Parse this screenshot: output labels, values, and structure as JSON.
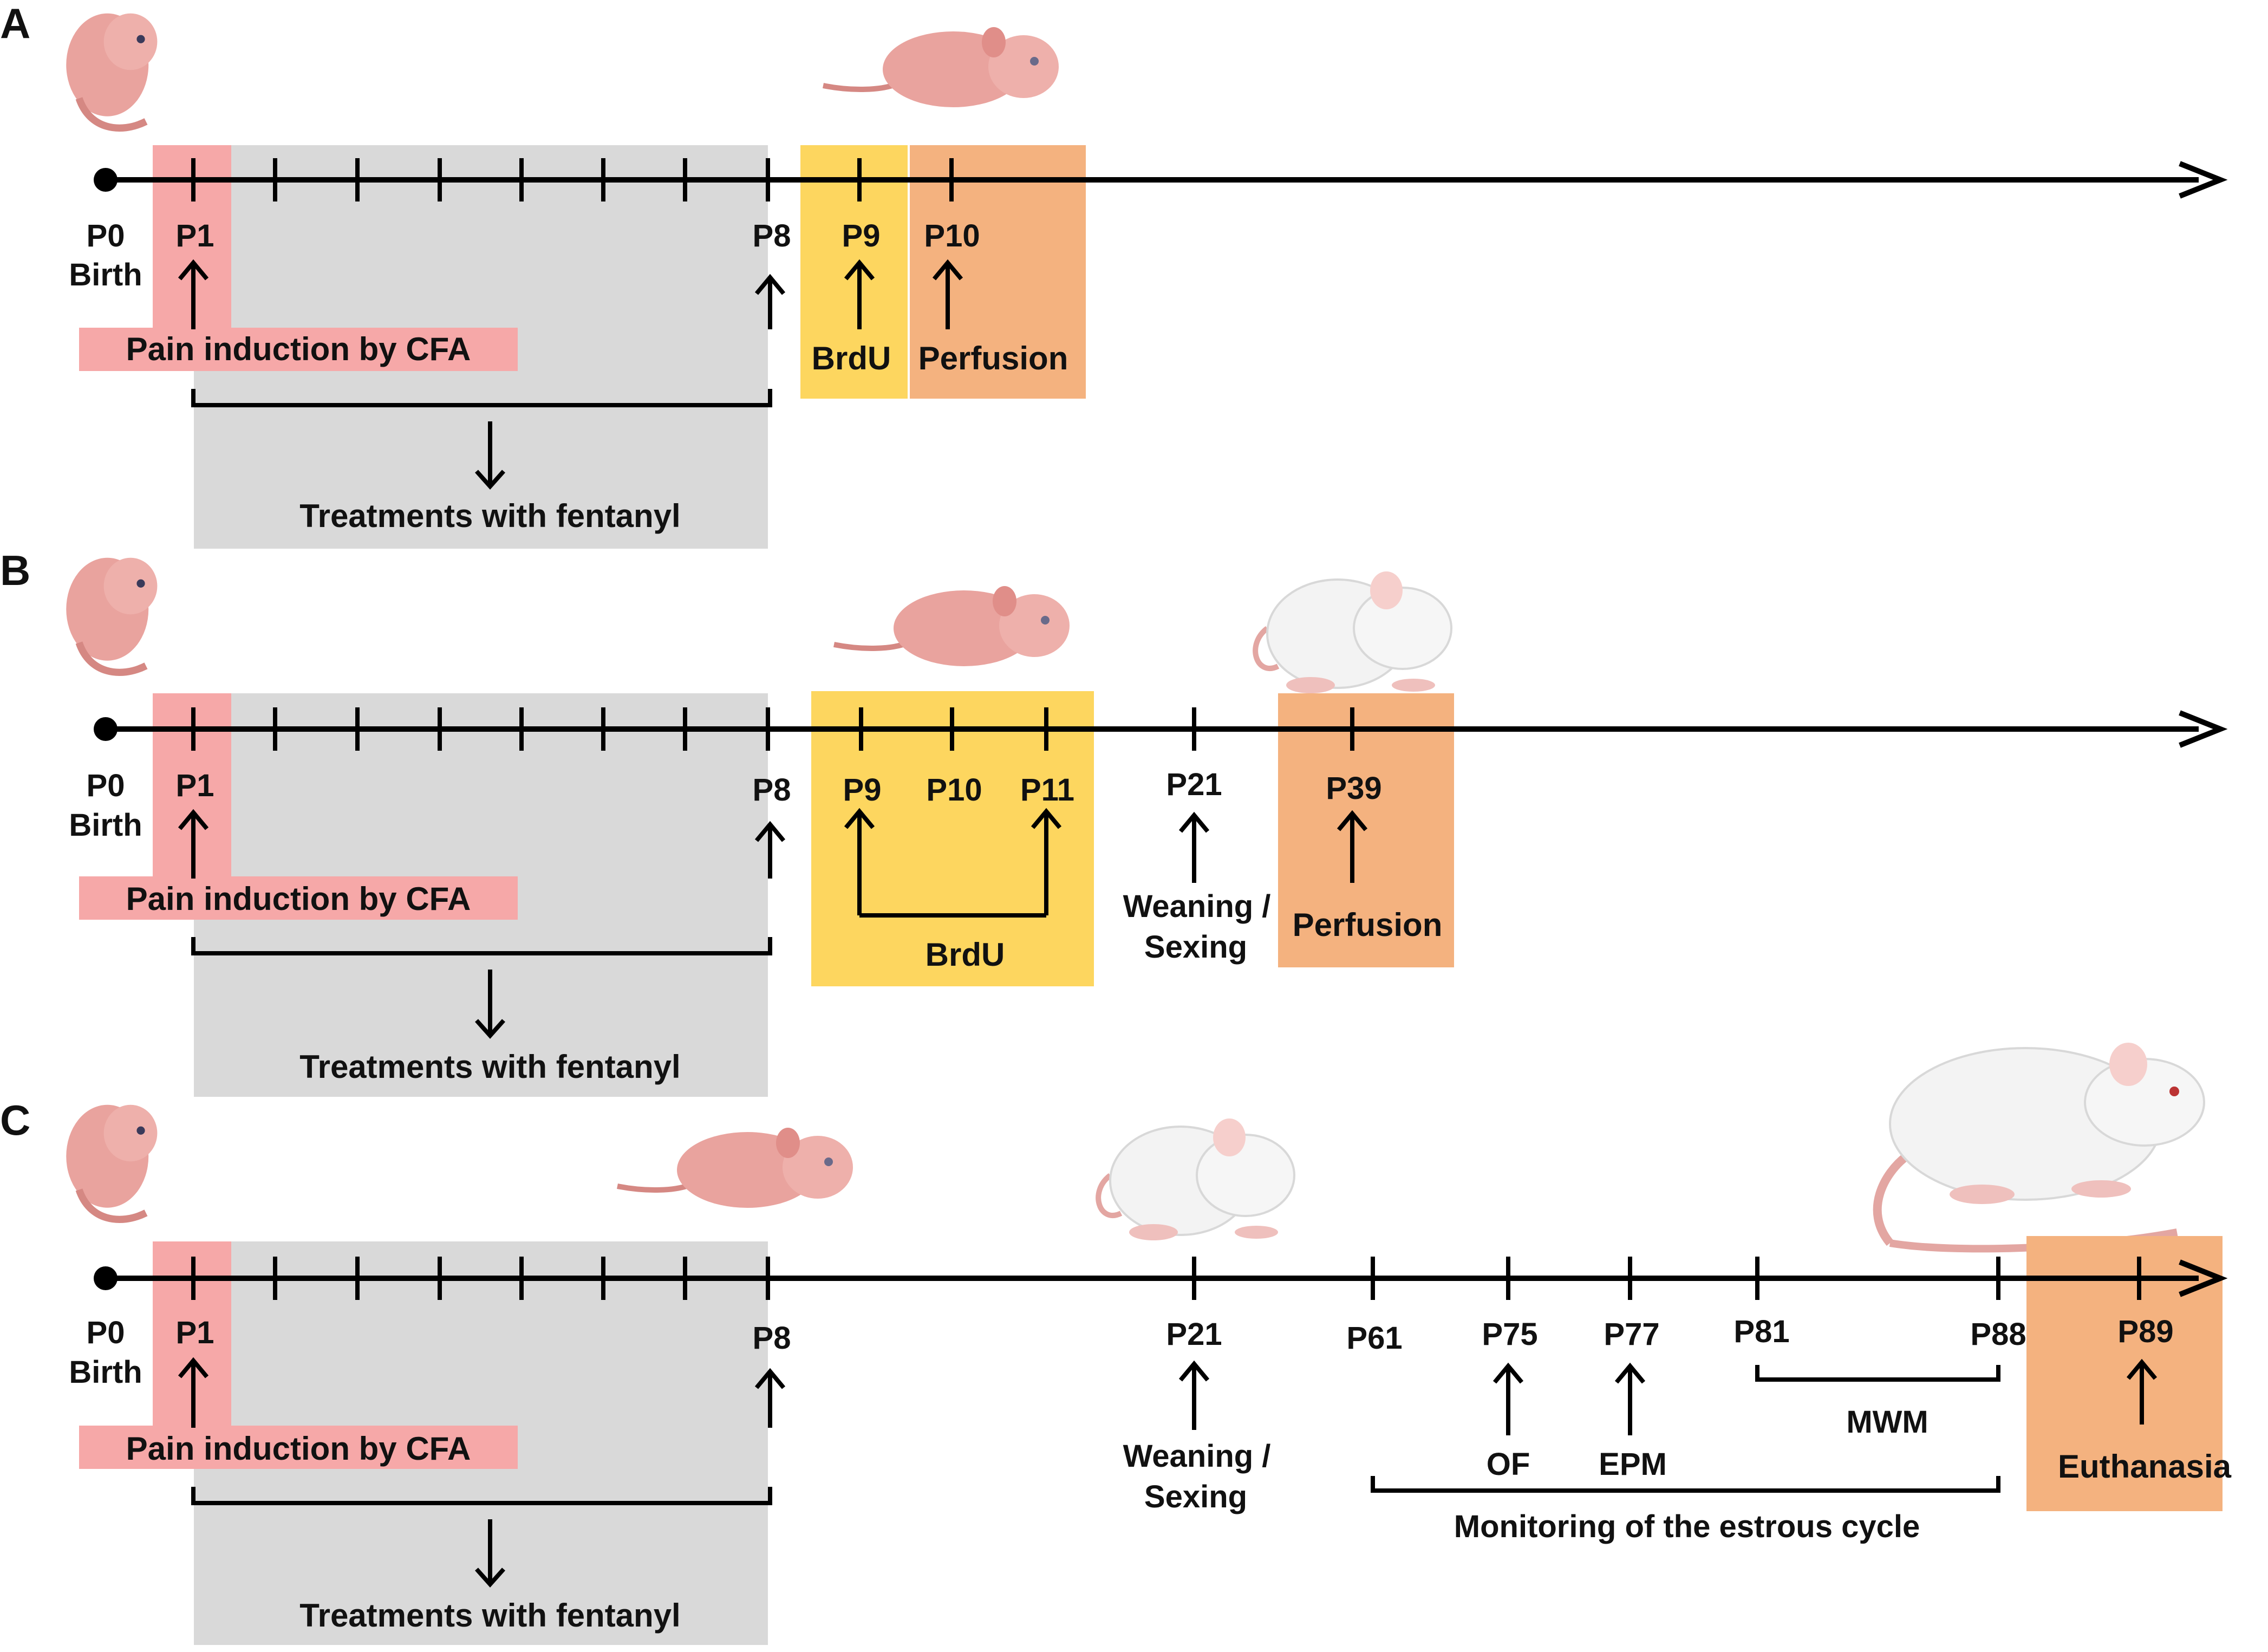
{
  "colors": {
    "pain_box": "#f6a8a8",
    "treatment_box": "#d9d9d9",
    "brdu_box": "#fdd65f",
    "perfusion_box": "#f4b27f",
    "line": "#000000",
    "rat_pink": "#e9a39e",
    "rat_white": "#f3f3f3"
  },
  "panels": [
    {
      "letter": "A",
      "marks": {
        "p0": "P0",
        "birth": "Birth",
        "p1": "P1",
        "p8": "P8",
        "p9": "P9",
        "p10": "P10"
      },
      "pain": "Pain induction by CFA",
      "treatment": "Treatments with fentanyl",
      "brdu": "BrdU",
      "perfusion": "Perfusion"
    },
    {
      "letter": "B",
      "marks": {
        "p0": "P0",
        "birth": "Birth",
        "p1": "P1",
        "p8": "P8",
        "p9": "P9",
        "p10": "P10",
        "p11": "P11",
        "p21": "P21",
        "p39": "P39"
      },
      "pain": "Pain induction by CFA",
      "treatment": "Treatments with fentanyl",
      "brdu": "BrdU",
      "weaning_1": "Weaning /",
      "weaning_2": "Sexing",
      "perfusion": "Perfusion"
    },
    {
      "letter": "C",
      "marks": {
        "p0": "P0",
        "birth": "Birth",
        "p1": "P1",
        "p8": "P8",
        "p21": "P21",
        "p61": "P61",
        "p75": "P75",
        "p77": "P77",
        "p81": "P81",
        "p88": "P88",
        "p89": "P89"
      },
      "pain": "Pain induction by CFA",
      "treatment": "Treatments with fentanyl",
      "weaning_1": "Weaning /",
      "weaning_2": "Sexing",
      "of": "OF",
      "epm": "EPM",
      "mwm": "MWM",
      "estrous": "Monitoring of the estrous cycle",
      "euthanasia": "Euthanasia"
    }
  ]
}
